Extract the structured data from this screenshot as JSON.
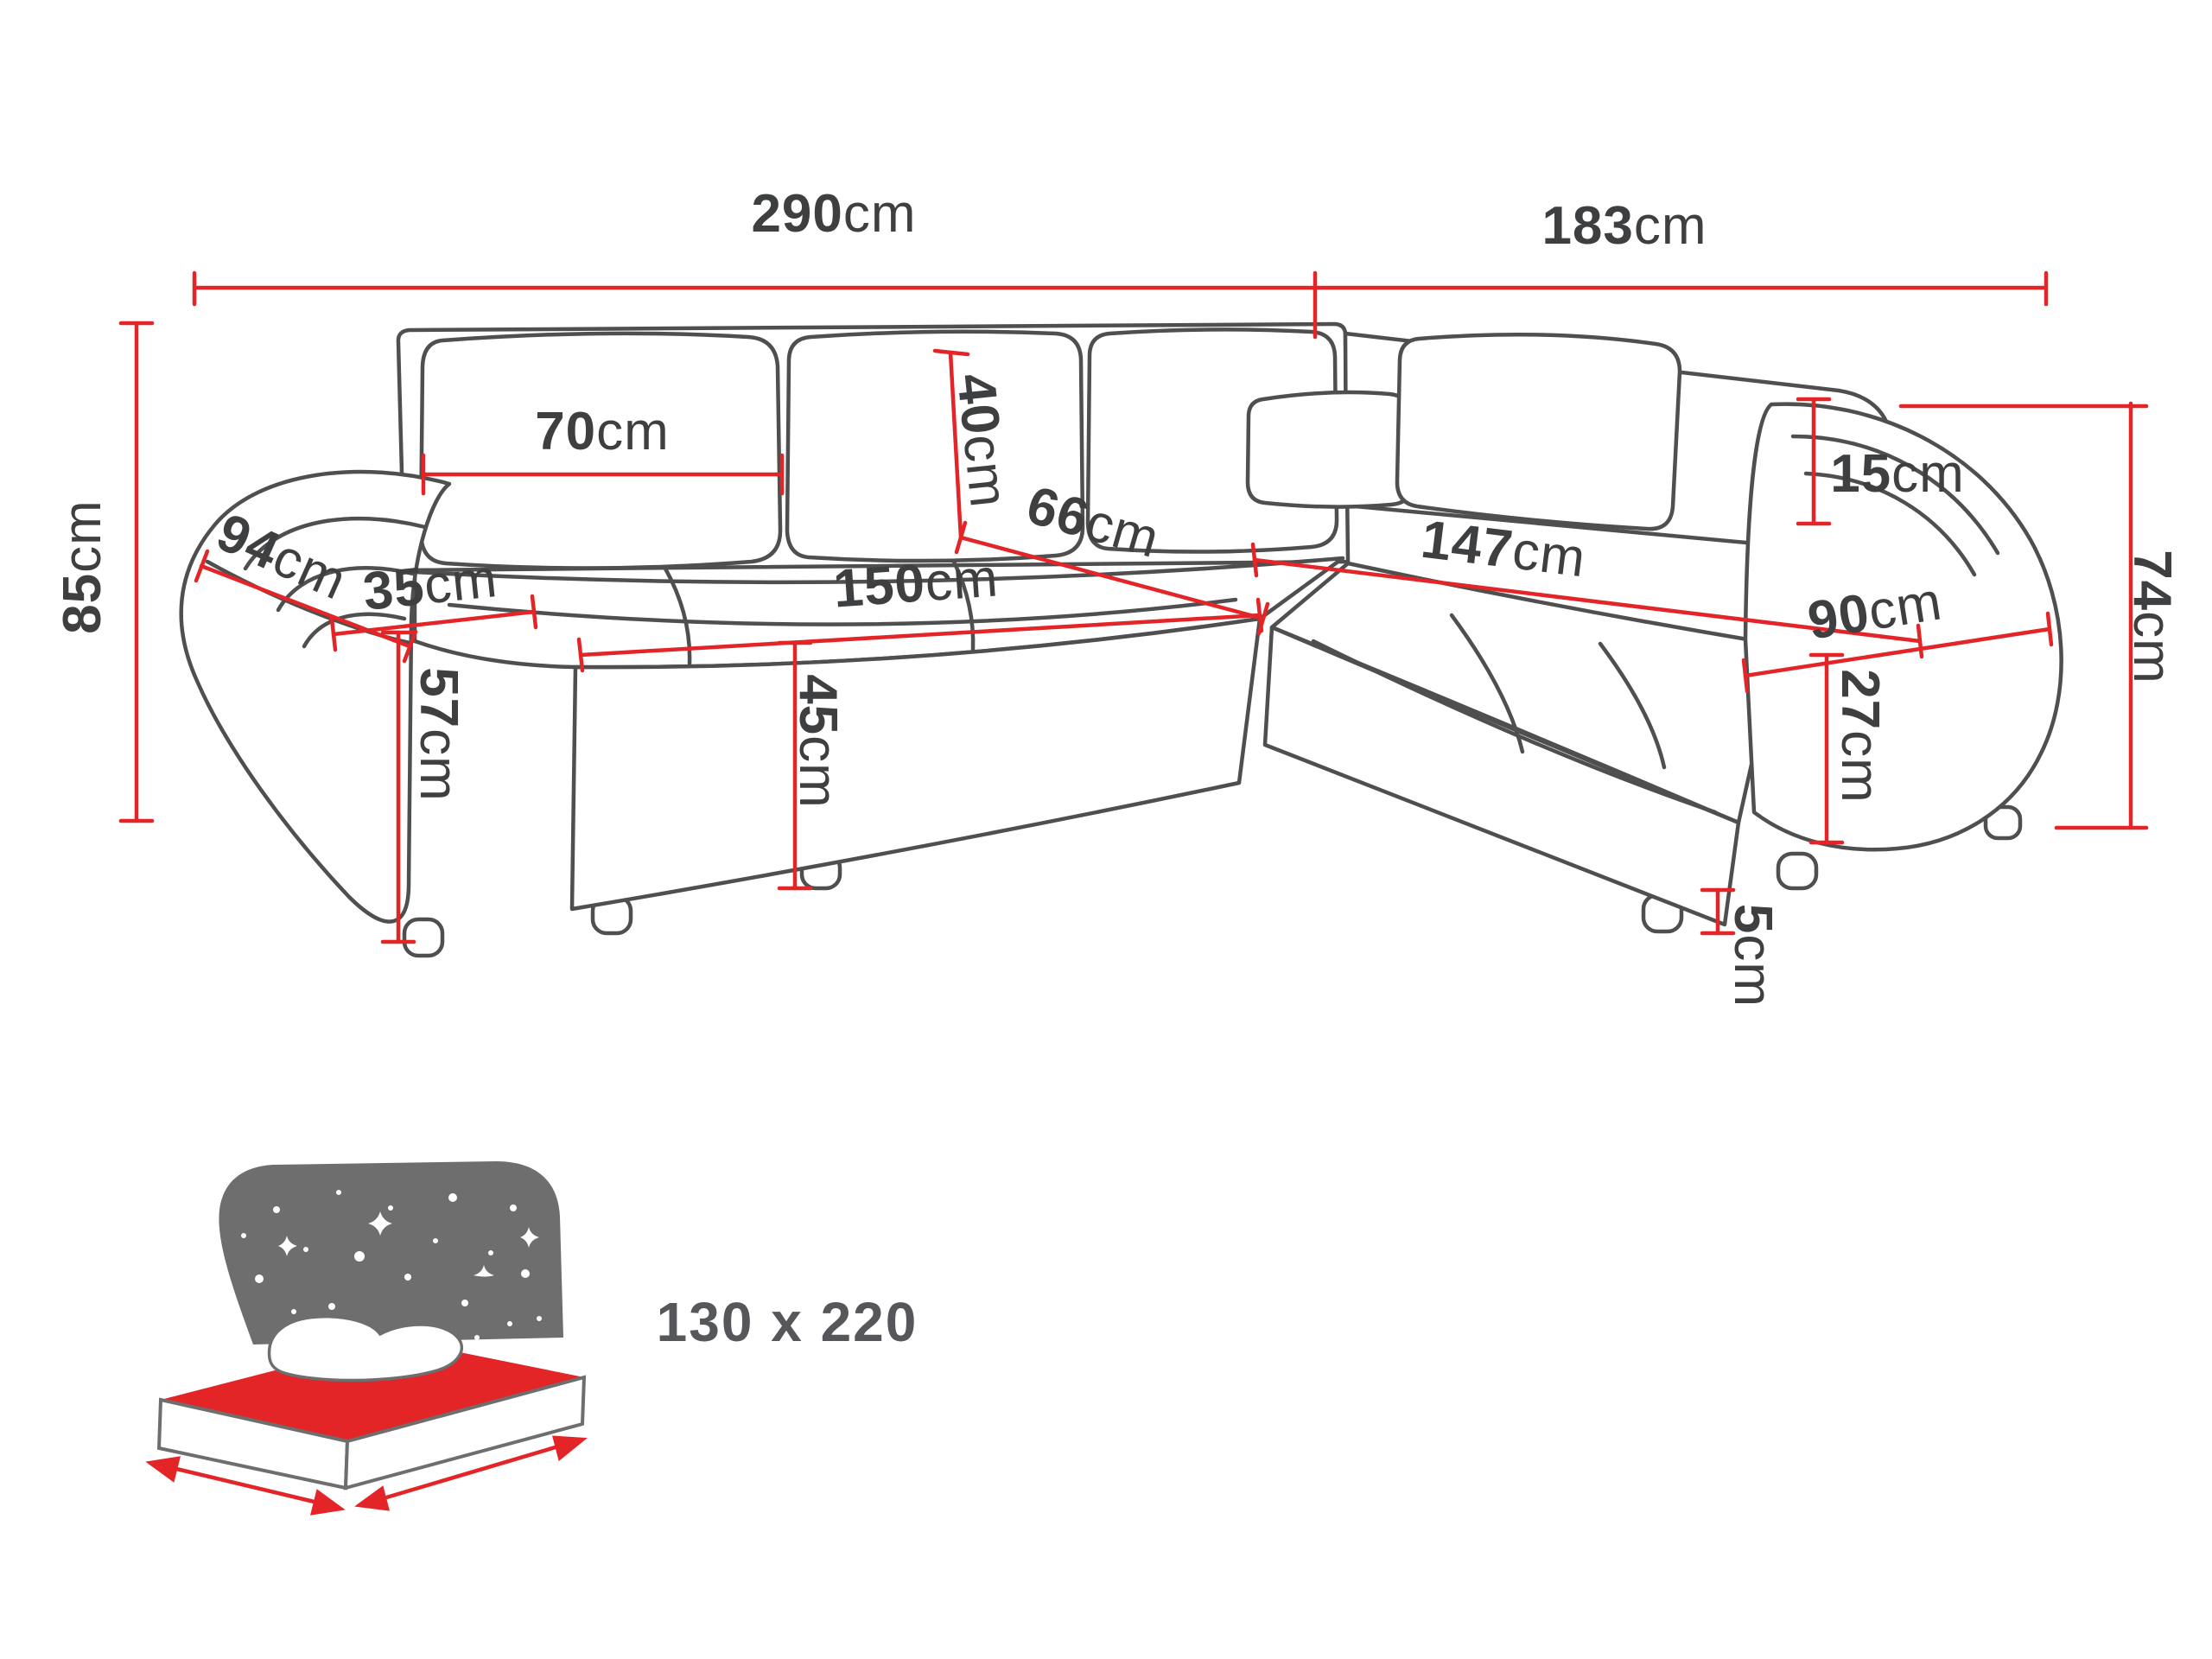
{
  "diagram": {
    "type": "furniture-dimension-diagram",
    "subject": "corner sofa bed with sleeping function",
    "colors": {
      "dimension_line": "#e42528",
      "sofa_outline": "#4f4f4f",
      "label_text": "#3d3f41",
      "icon_gray": "#6e6e6e"
    },
    "dimensions": {
      "total_width": {
        "value": "290",
        "unit": "cm"
      },
      "total_depth": {
        "value": "183",
        "unit": "cm"
      },
      "back_height": {
        "value": "85",
        "unit": "cm"
      },
      "back_cushion_width": {
        "value": "70",
        "unit": "cm"
      },
      "back_cushion_height": {
        "value": "40",
        "unit": "cm"
      },
      "seat_depth": {
        "value": "66",
        "unit": "cm"
      },
      "chaise_length": {
        "value": "147",
        "unit": "cm"
      },
      "backrest_thickness": {
        "value": "15",
        "unit": "cm"
      },
      "side_height": {
        "value": "74",
        "unit": "cm"
      },
      "armrest_depth": {
        "value": "94",
        "unit": "cm"
      },
      "armrest_width": {
        "value": "35",
        "unit": "cm"
      },
      "seat_width": {
        "value": "150",
        "unit": "cm"
      },
      "chaise_width": {
        "value": "90",
        "unit": "cm"
      },
      "armrest_height": {
        "value": "57",
        "unit": "cm"
      },
      "seat_height": {
        "value": "45",
        "unit": "cm"
      },
      "chaise_seat_height": {
        "value": "27",
        "unit": "cm"
      },
      "leg_height": {
        "value": "5",
        "unit": "cm"
      }
    },
    "sleeping_area": {
      "label": "130 x 220",
      "icon": "bed-icon"
    }
  }
}
